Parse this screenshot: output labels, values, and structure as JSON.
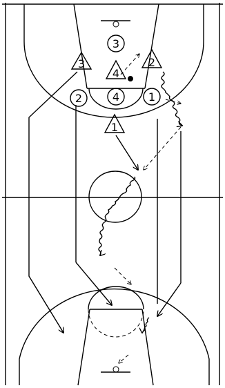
{
  "diagram": {
    "defense_players": [
      {
        "number": "3"
      },
      {
        "number": "4"
      },
      {
        "number": "2"
      },
      {
        "number": "1"
      }
    ],
    "offense_players": [
      {
        "number": "3"
      },
      {
        "number": "2"
      },
      {
        "number": "4"
      },
      {
        "number": "1"
      }
    ],
    "colors": {
      "lines": "#000000",
      "background": "#ffffff"
    }
  }
}
